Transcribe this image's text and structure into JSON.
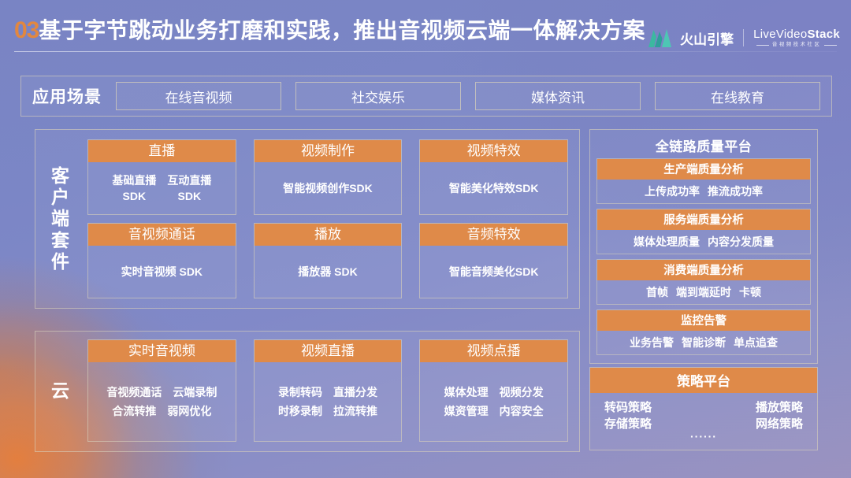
{
  "header": {
    "number": "03",
    "title": "基于字节跳动业务打磨和实践，推出音视频云端一体解决方案",
    "accent_color": "#e2873f",
    "brand": {
      "name": "火山引擎",
      "mark_icon": "volcano-mountain-icon",
      "partner_name_1": "Live",
      "partner_name_2": "Video",
      "partner_name_3": "Stack",
      "partner_sub": "音视频技术社区"
    }
  },
  "scenarios": {
    "label": "应用场景",
    "items": [
      {
        "label": "在线音视频"
      },
      {
        "label": "社交娱乐"
      },
      {
        "label": "媒体资讯"
      },
      {
        "label": "在线教育"
      }
    ]
  },
  "client_suite": {
    "side_label": [
      "客",
      "户",
      "端",
      "套",
      "件"
    ],
    "cards": [
      {
        "title": "直播",
        "layout": "pairs",
        "pairs": [
          [
            "基础直播",
            "SDK"
          ],
          [
            "互动直播",
            "SDK"
          ]
        ]
      },
      {
        "title": "视频制作",
        "layout": "flat",
        "tags": [
          "智能视频创作SDK"
        ]
      },
      {
        "title": "视频特效",
        "layout": "flat",
        "tags": [
          "智能美化特效SDK"
        ]
      },
      {
        "title": "音视频通话",
        "layout": "flat",
        "tags": [
          "实时音视频 SDK"
        ]
      },
      {
        "title": "播放",
        "layout": "flat",
        "tags": [
          "播放器 SDK"
        ]
      },
      {
        "title": "音频特效",
        "layout": "flat",
        "tags": [
          "智能音频美化SDK"
        ]
      }
    ]
  },
  "cloud": {
    "side_label": [
      "云"
    ],
    "cards": [
      {
        "title": "实时音视频",
        "rows": [
          [
            "音视频通话",
            "云端录制"
          ],
          [
            "合流转推",
            "弱网优化"
          ]
        ]
      },
      {
        "title": "视频直播",
        "rows": [
          [
            "录制转码",
            "直播分发"
          ],
          [
            "时移录制",
            "拉流转推"
          ]
        ]
      },
      {
        "title": "视频点播",
        "rows": [
          [
            "媒体处理",
            "视频分发"
          ],
          [
            "媒资管理",
            "内容安全"
          ]
        ]
      }
    ]
  },
  "quality_platform": {
    "title": "全链路质量平台",
    "blocks": [
      {
        "head": "生产端质量分析",
        "tags": [
          "上传成功率",
          "推流成功率"
        ]
      },
      {
        "head": "服务端质量分析",
        "tags": [
          "媒体处理质量",
          "内容分发质量"
        ]
      },
      {
        "head": "消费端质量分析",
        "tags": [
          "首帧",
          "端到端延时",
          "卡顿"
        ]
      },
      {
        "head": "监控告警",
        "tags": [
          "业务告警",
          "智能诊断",
          "单点追查"
        ]
      }
    ]
  },
  "strategy_platform": {
    "head": "策略平台",
    "rows": [
      [
        "转码策略",
        "播放策略"
      ],
      [
        "存储策略",
        "网络策略"
      ]
    ],
    "ellipsis": "······"
  },
  "colors": {
    "orange": "#df8a49",
    "background_blue": "#7b86c6",
    "background_violet": "#9b93c0",
    "border": "#d6cfba",
    "text": "#ffffff"
  }
}
